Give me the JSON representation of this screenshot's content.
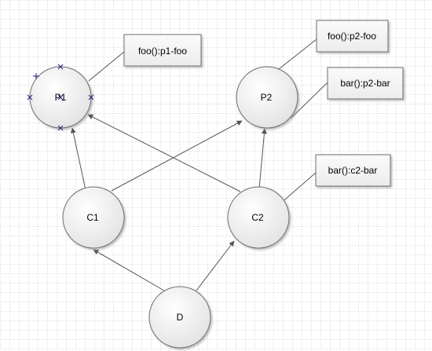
{
  "nodes": {
    "p1": "P1",
    "p2": "P2",
    "c1": "C1",
    "c2": "C2",
    "d": "D"
  },
  "notes": {
    "p1_foo": "foo():p1-foo",
    "p2_foo": "foo():p2-foo",
    "p2_bar": "bar():p2-bar",
    "c2_bar": "bar():c2-bar"
  },
  "colors": {
    "grid": "#b5b5b5",
    "node_fill_top": "#ffffff",
    "node_fill_bottom": "#e3e3e3",
    "node_stroke": "#6e6e6e",
    "edge": "#555555",
    "note_fill": "#f2f2f2",
    "selection_handle": "#1a237e"
  }
}
